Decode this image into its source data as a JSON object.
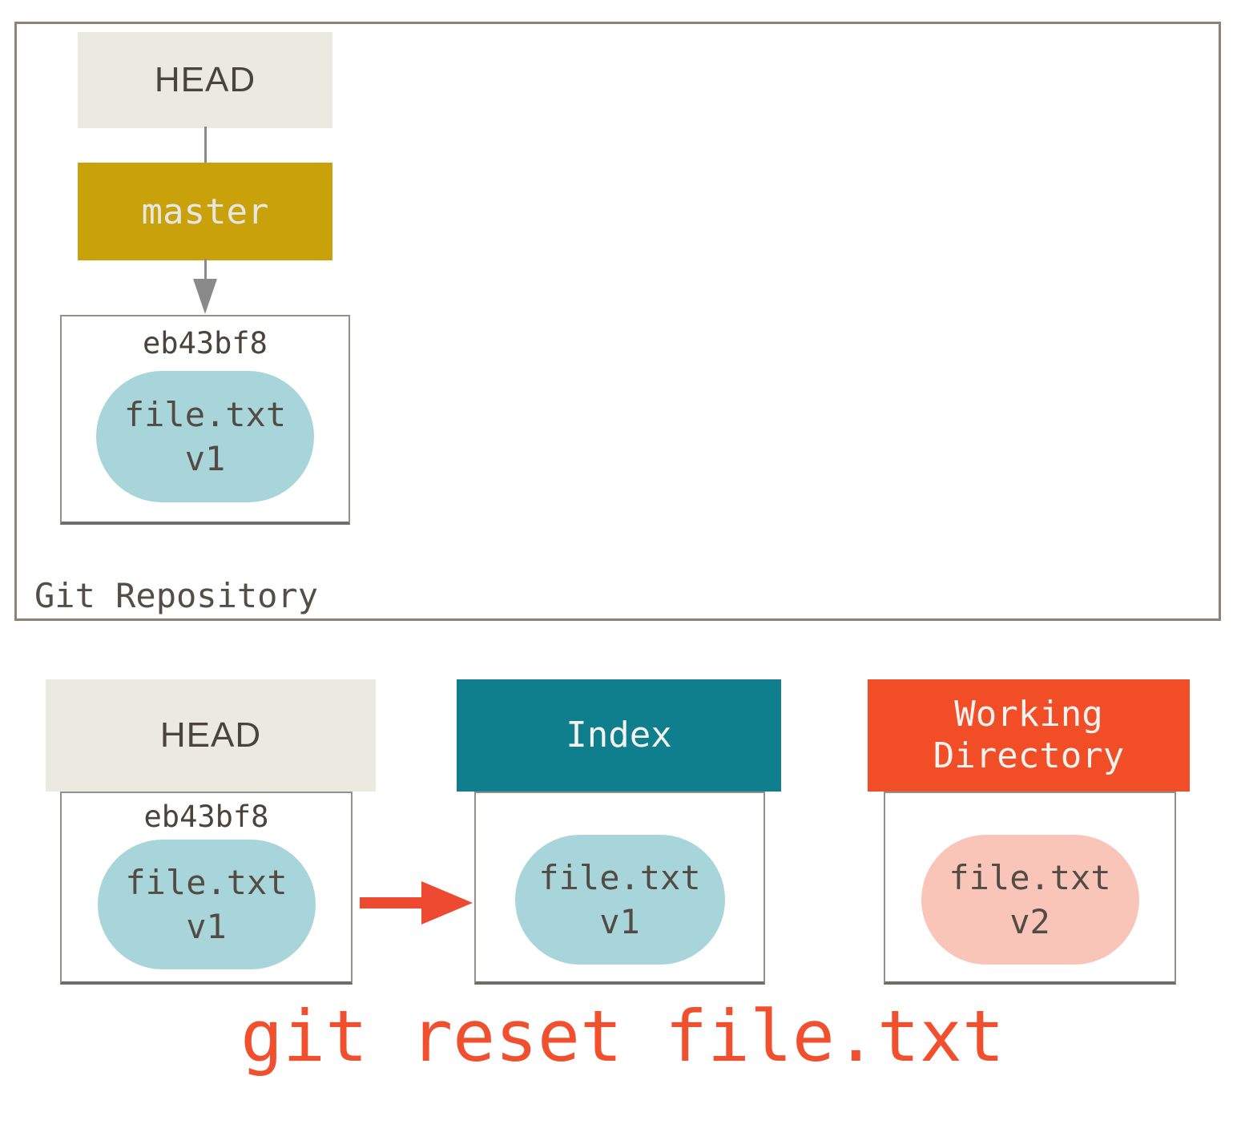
{
  "caption": "git reset file.txt",
  "colors": {
    "beige": "#ebe9e0",
    "beige-text": "#4a443a",
    "gold": "#c8a10b",
    "gold-text": "#e6e6e3",
    "teal-header": "#0f7f8e",
    "orange-header": "#f14e28",
    "header-text": "#f3f2ef",
    "teal-blob": "#a7d5d9",
    "pink-blob": "#f9c5b8",
    "blob-text": "#524c44",
    "box-border": "#92908b",
    "outer-border": "#8d8477",
    "connector": "#8a8a8a",
    "red-arrow": "#ee4a31",
    "caption-red": "#f1502f"
  },
  "repository": {
    "label": "Git Repository",
    "head_label": "HEAD",
    "branch_label": "master",
    "commit": {
      "id": "eb43bf8",
      "file": "file.txt",
      "version": "v1"
    }
  },
  "columns": {
    "head": {
      "label": "HEAD",
      "commit_id": "eb43bf8",
      "blob": {
        "file": "file.txt",
        "version": "v1"
      }
    },
    "index": {
      "label": "Index",
      "blob": {
        "file": "file.txt",
        "version": "v1"
      }
    },
    "working_directory": {
      "label": "Working Directory",
      "blob": {
        "file": "file.txt",
        "version": "v2"
      }
    }
  }
}
